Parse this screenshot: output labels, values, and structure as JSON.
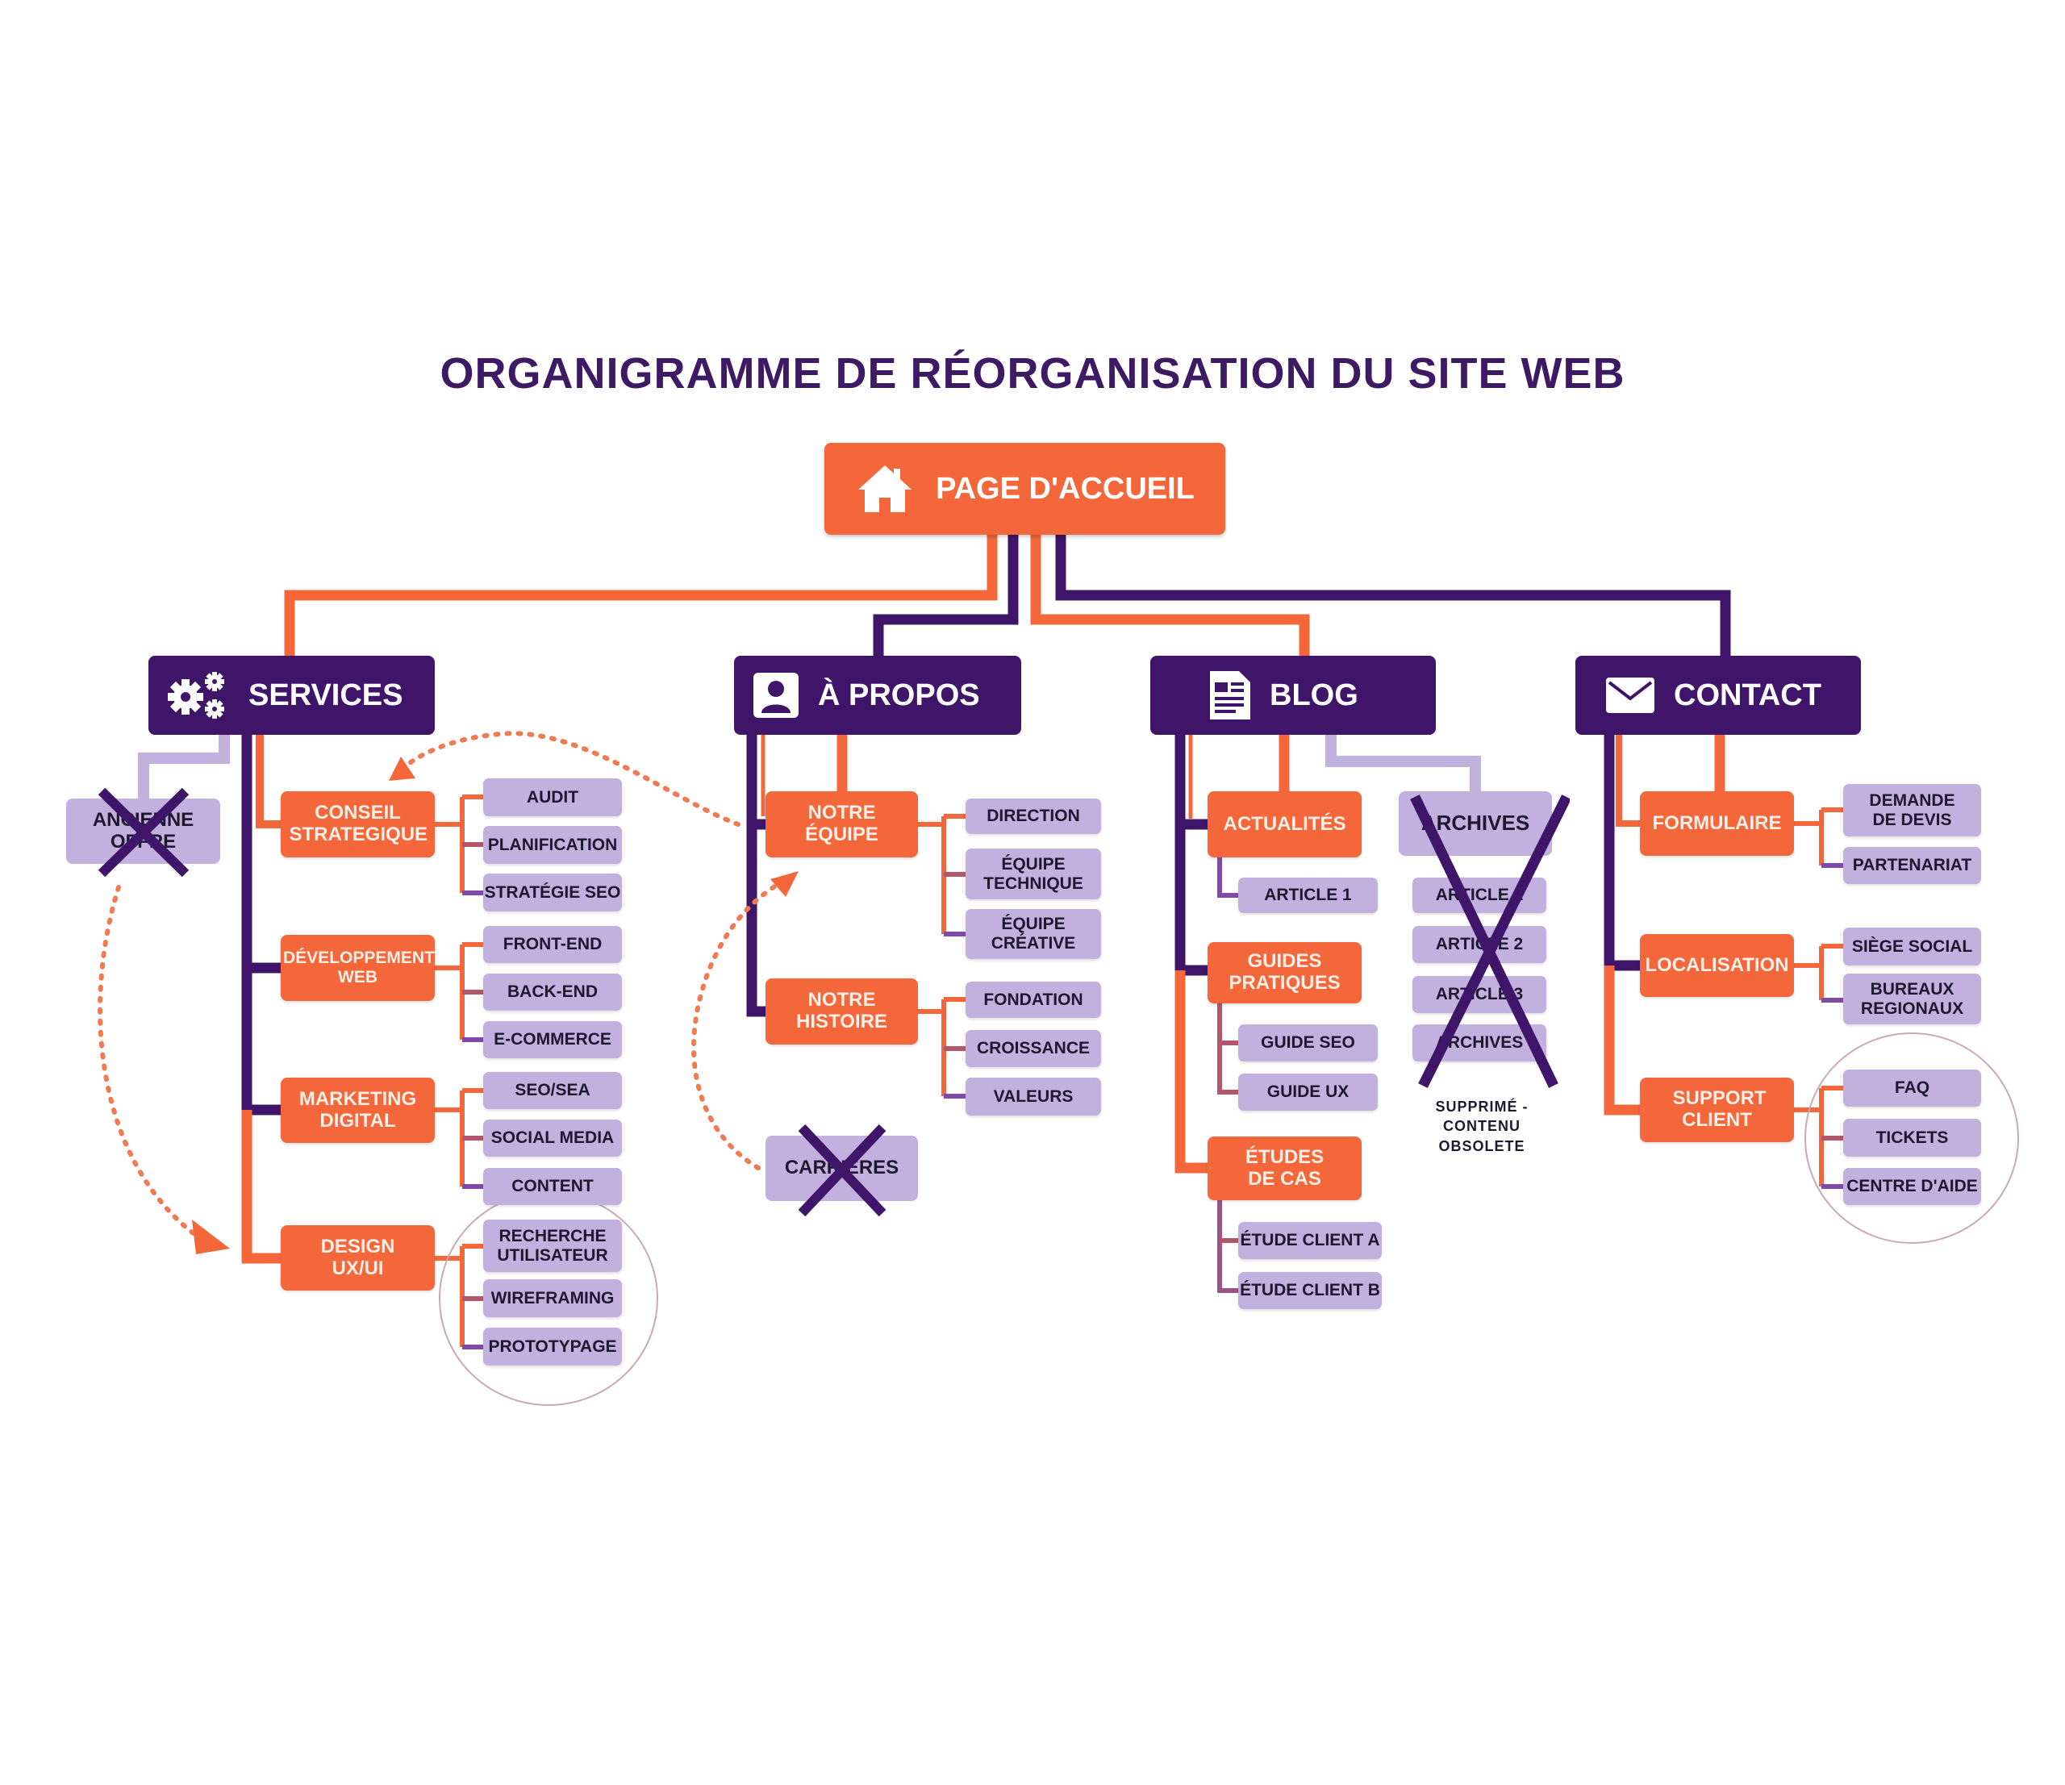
{
  "title": "ORGANIGRAMME DE RÉORGANISATION DU SITE WEB",
  "colors": {
    "orange": "#F4673A",
    "purple": "#3F1569",
    "lavender": "#C2B0DE",
    "title": "#3D1A63"
  },
  "root": {
    "label": "PAGE D'ACCUEIL",
    "icon": "home-icon"
  },
  "sections": [
    {
      "label": "SERVICES",
      "icon": "gears-icon",
      "removed": [
        {
          "label": "ANCIENNE OFFRE"
        }
      ],
      "children": [
        {
          "label": "CONSEIL STRATEGIQUE",
          "leaves": [
            "AUDIT",
            "PLANIFICATION",
            "STRATÉGIE SEO"
          ]
        },
        {
          "label": "DÉVELOPPEMENT WEB",
          "leaves": [
            "FRONT-END",
            "BACK-END",
            "E-COMMERCE"
          ]
        },
        {
          "label": "MARKETING DIGITAL",
          "leaves": [
            "SEO/SEA",
            "SOCIAL MEDIA",
            "CONTENT"
          ]
        },
        {
          "label": "DESIGN UX/UI",
          "leaves": [
            "RECHERCHE UTILISATEUR",
            "WIREFRAMING",
            "PROTOTYPAGE"
          ]
        }
      ]
    },
    {
      "label": "À PROPOS",
      "icon": "user-profile-icon",
      "removed": [
        {
          "label": "CARRIÈRES"
        }
      ],
      "children": [
        {
          "label": "NOTRE ÉQUIPE",
          "leaves": [
            "DIRECTION",
            "ÉQUIPE TECHNIQUE",
            "ÉQUIPE CRÉATIVE"
          ]
        },
        {
          "label": "NOTRE HISTOIRE",
          "leaves": [
            "FONDATION",
            "CROISSANCE",
            "VALEURS"
          ]
        }
      ]
    },
    {
      "label": "BLOG",
      "icon": "document-icon",
      "removed": [
        {
          "label": "ARCHIVES",
          "leaves": [
            "ARTICLE 1",
            "ARTICLE 2",
            "ARTICLE 3",
            "ARCHIVES"
          ],
          "note": "SUPPRIMÉ - CONTENU OBSOLETE"
        }
      ],
      "children": [
        {
          "label": "ACTUALITÉS",
          "leaves": [
            "ARTICLE 1"
          ]
        },
        {
          "label": "GUIDES PRATIQUES",
          "leaves": [
            "GUIDE SEO",
            "GUIDE UX"
          ]
        },
        {
          "label": "ÉTUDES DE CAS",
          "leaves": [
            "ÉTUDE CLIENT A",
            "ÉTUDE CLIENT B"
          ]
        }
      ]
    },
    {
      "label": "CONTACT",
      "icon": "envelope-icon",
      "children": [
        {
          "label": "FORMULAIRE",
          "leaves": [
            "DEMANDE DE DEVIS",
            "PARTENARIAT"
          ]
        },
        {
          "label": "LOCALISATION",
          "leaves": [
            "SIÈGE SOCIAL",
            "BUREAUX REGIONAUX"
          ]
        },
        {
          "label": "SUPPORT CLIENT",
          "leaves": [
            "FAQ",
            "TICKETS",
            "CENTRE D'AIDE"
          ]
        }
      ]
    }
  ],
  "moves": [
    {
      "from": "ANCIENNE OFFRE",
      "to": "DESIGN UX/UI"
    },
    {
      "from": "NOTRE ÉQUIPE",
      "to": "CONSEIL STRATEGIQUE"
    },
    {
      "from": "CARRIÈRES",
      "to": "NOTRE ÉQUIPE"
    }
  ],
  "highlights": [
    "DESIGN UX/UI leaves",
    "SUPPORT CLIENT leaves"
  ]
}
